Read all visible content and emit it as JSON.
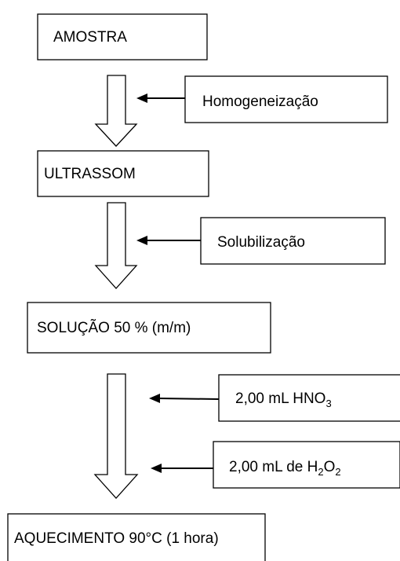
{
  "diagram": {
    "steps": [
      {
        "id": "amostra",
        "label": "AMOSTRA"
      },
      {
        "id": "ultrassom",
        "label": "ULTRASSOM"
      },
      {
        "id": "solucao",
        "label": "SOLUÇÃO 50 % (m/m)"
      },
      {
        "id": "aquecimento",
        "label": "AQUECIMENTO 90°C (1 hora)"
      }
    ],
    "inputs": [
      {
        "id": "homogeneizacao",
        "label": "Homogeneização"
      },
      {
        "id": "solubilizacao",
        "label": "Solubilização"
      },
      {
        "id": "hno3",
        "prefix": "2,00 mL HNO",
        "sub1": "3",
        "mid": "",
        "sub2": ""
      },
      {
        "id": "h2o2",
        "prefix": "2,00 mL de H",
        "sub1": "2",
        "mid": "O",
        "sub2": "2"
      }
    ],
    "colors": {
      "stroke": "#000000",
      "fill": "#ffffff"
    }
  }
}
